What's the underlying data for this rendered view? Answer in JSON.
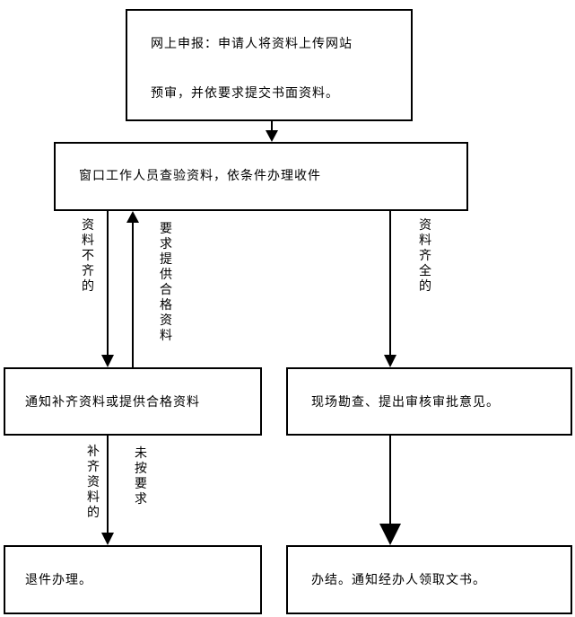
{
  "boxes": {
    "online": {
      "line1": "网上申报：申请人将资料上传网站",
      "line2": "预审，并依要求提交书面资料。"
    },
    "window": {
      "text": "窗口工作人员查验资料，依条件办理收件"
    },
    "notify": {
      "text": "通知补齐资料或提供合格资料"
    },
    "survey": {
      "text": "现场勘查、提出审核审批意见。"
    },
    "return": {
      "text": "退件办理。"
    },
    "done": {
      "text": "办结。通知经办人领取文书。"
    }
  },
  "labels": {
    "incomplete": "资料不齐的",
    "require": "要求提供合格资料",
    "complete": "资料齐全的",
    "supplemented": "补齐资料的",
    "not_required": "未按要求"
  }
}
